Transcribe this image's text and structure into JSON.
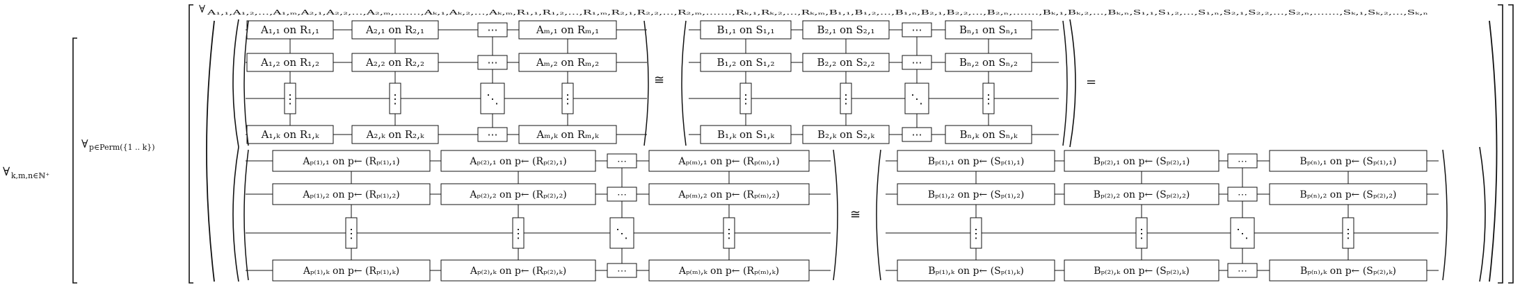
{
  "quantifiers": {
    "outer": {
      "symbol": "∀",
      "subscript": "k,m,n∈ℕ⁺"
    },
    "inner": {
      "symbol": "∀",
      "subscript": "p∈Perm({1 .. k})"
    },
    "bound": {
      "symbol": "∀",
      "subscript": "A₁,₁,A₁,₂,...,A₁,ₘ,A₂,₁,A₂,₂,...,A₂,ₘ,.......,Aₖ,₁,Aₖ,₂,...,Aₖ,ₘ,R₁,₁,R₁,₂,...,R₁,ₘ,R₂,₁,R₂,₂,...,R₂,ₘ,.......,Rₖ,₁,Rₖ,₂,...,Rₖ,ₘ,B₁,₁,B₁,₂,...,B₁,ₙ,B₂,₁,B₂,₂,...,B₂,ₙ,.......,Bₖ,₁,Bₖ,₂,...,Bₖ,ₙ,S₁,₁,S₁,₂,...,S₁,ₙ,S₂,₁,S₂,₂,...,S₂,ₙ,.......,Sₖ,₁,Sₖ,₂,...,Sₖ,ₙ"
    }
  },
  "symbols": {
    "iso": "≅",
    "equals": "=",
    "hdots": "⋯",
    "vdots": "⋮",
    "ddots": "⋱"
  },
  "top": {
    "left": {
      "rows": [
        [
          "A₁,₁ on R₁,₁",
          "A₂,₁ on R₂,₁",
          "⋯",
          "Aₘ,₁ on Rₘ,₁"
        ],
        [
          "A₁,₂ on R₁,₂",
          "A₂,₂ on R₂,₂",
          "⋯",
          "Aₘ,₂ on Rₘ,₂"
        ],
        [
          "⋮",
          "⋮",
          "⋱",
          "⋮"
        ],
        [
          "A₁,ₖ on R₁,ₖ",
          "A₂,ₖ on R₂,ₖ",
          "⋯",
          "Aₘ,ₖ on Rₘ,ₖ"
        ]
      ]
    },
    "right": {
      "rows": [
        [
          "B₁,₁ on S₁,₁",
          "B₂,₁ on S₂,₁",
          "⋯",
          "Bₙ,₁ on Sₙ,₁"
        ],
        [
          "B₁,₂ on S₁,₂",
          "B₂,₂ on S₂,₂",
          "⋯",
          "Bₙ,₂ on Sₙ,₂"
        ],
        [
          "⋮",
          "⋮",
          "⋱",
          "⋮"
        ],
        [
          "B₁,ₖ on S₁,ₖ",
          "B₂,ₖ on S₂,ₖ",
          "⋯",
          "Bₙ,ₖ on Sₙ,ₖ"
        ]
      ]
    }
  },
  "bottom": {
    "left": {
      "rows": [
        [
          "Aₚ₍₁₎,₁ on p← (Rₚ₍₁₎,₁)",
          "Aₚ₍₂₎,₁ on p← (Rₚ₍₂₎,₁)",
          "⋯",
          "Aₚ₍ₘ₎,₁ on p← (Rₚ₍ₘ₎,₁)"
        ],
        [
          "Aₚ₍₁₎,₂ on p← (Rₚ₍₁₎,₂)",
          "Aₚ₍₂₎,₂ on p← (Rₚ₍₂₎,₂)",
          "⋯",
          "Aₚ₍ₘ₎,₂ on p← (Rₚ₍ₘ₎,₂)"
        ],
        [
          "⋮",
          "⋮",
          "⋱",
          "⋮"
        ],
        [
          "Aₚ₍₁₎,ₖ on p← (Rₚ₍₁₎,ₖ)",
          "Aₚ₍₂₎,ₖ on p← (Rₚ₍₂₎,ₖ)",
          "⋯",
          "Aₚ₍ₘ₎,ₖ on p← (Rₚ₍ₘ₎,ₖ)"
        ]
      ]
    },
    "right": {
      "rows": [
        [
          "Bₚ₍₁₎,₁ on p← (Sₚ₍₁₎,₁)",
          "Bₚ₍₂₎,₁ on p← (Sₚ₍₂₎,₁)",
          "⋯",
          "Bₚ₍ₙ₎,₁ on p← (Sₚ₍₁₎,₁)"
        ],
        [
          "Bₚ₍₁₎,₂ on p← (Sₚ₍₁₎,₂)",
          "Bₚ₍₂₎,₂ on p← (Sₚ₍₂₎,₂)",
          "⋯",
          "Bₚ₍ₙ₎,₂ on p← (Sₚ₍₂₎,₂)"
        ],
        [
          "⋮",
          "⋮",
          "⋱",
          "⋮"
        ],
        [
          "Bₚ₍₁₎,ₖ on p← (Sₚ₍₁₎,ₖ)",
          "Bₚ₍₂₎,ₖ on p← (Sₚ₍₂₎,ₖ)",
          "⋯",
          "Bₚ₍ₙ₎,ₖ on p← (Sₚ₍₂₎,ₖ)"
        ]
      ]
    }
  }
}
